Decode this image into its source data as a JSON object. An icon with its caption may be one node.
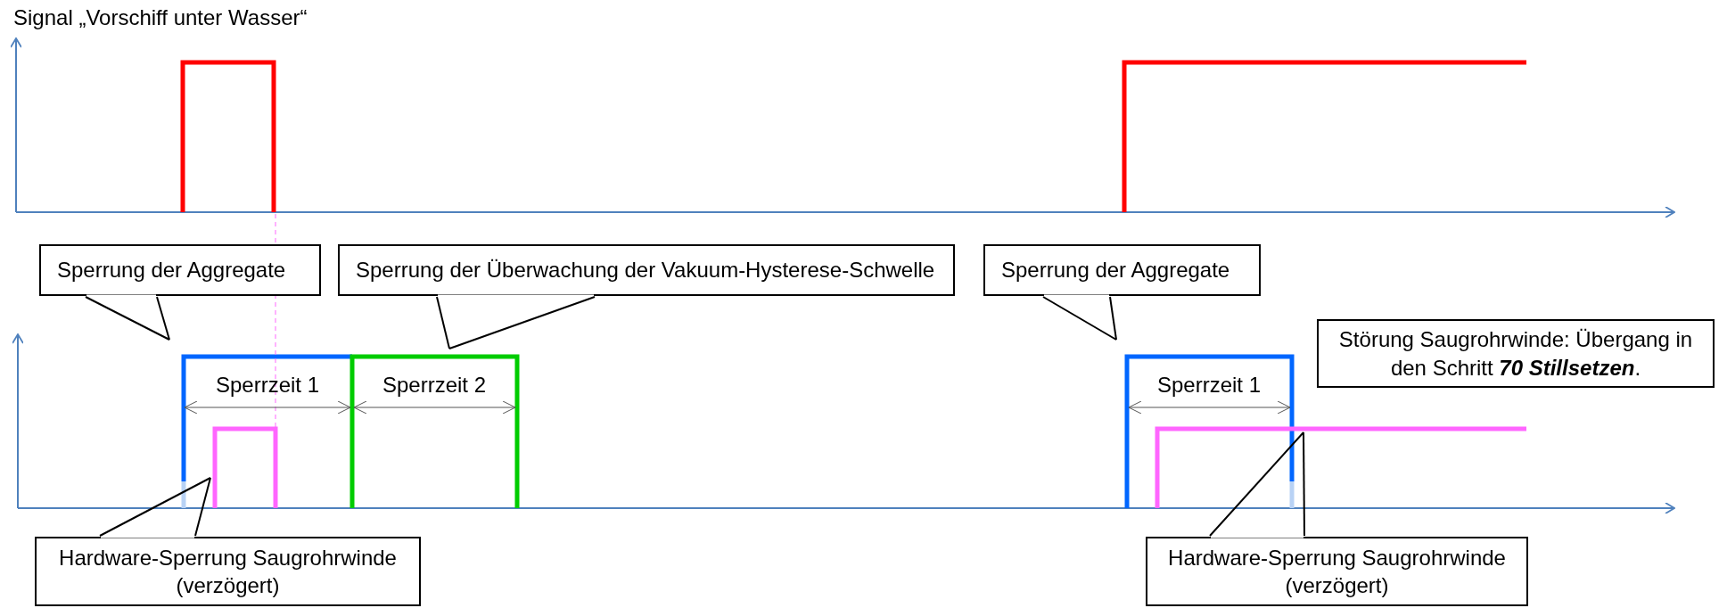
{
  "diagram": {
    "nodes": [
      {
        "text": [
          "Sperrung der Aggregate"
        ]
      },
      {
        "text": [
          "Sperrung der Überwachung der Vakuum-Hysterese-Schwelle"
        ]
      },
      {
        "text": [
          "Sperrung der Aggregate"
        ]
      },
      {
        "text": [
          "Störung Saugrohrwinde: Übergang in den Schritt **70 Stillsetzen**."
        ]
      },
      {
        "text": [
          "Hardware-Sperrung Saugrohrwinde (verzögert)"
        ]
      },
      {
        "text": [
          "Hardware-Sperrung Saugrohrwinde (verzögert)"
        ]
      }
    ],
    "edges": [
      {
        "from": 0,
        "to": null,
        "arrow": "none"
      },
      {
        "from": 1,
        "to": null,
        "arrow": "none"
      },
      {
        "from": 2,
        "to": null,
        "arrow": "none"
      },
      {
        "from": 4,
        "to": null,
        "arrow": "none"
      },
      {
        "from": 5,
        "to": null,
        "arrow": "none"
      }
    ],
    "labels": [
      "Signal „Vorschiff unter Wasser“",
      "Sperrzeit 1",
      "Sperrzeit 2",
      "Sperrzeit 1"
    ]
  }
}
